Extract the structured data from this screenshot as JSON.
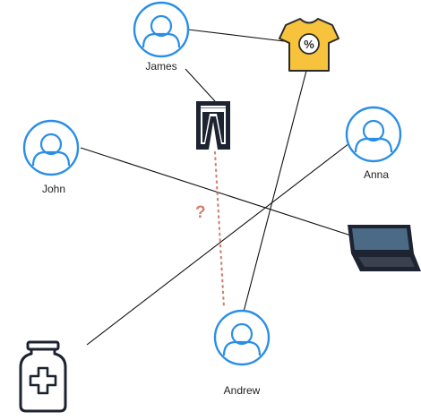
{
  "colors": {
    "person": "#2a8ee6",
    "shirt": "#f7c23c",
    "edge": "#111111",
    "speculative_edge": "#d2826f",
    "object_dark": "#1d2330",
    "laptop_screen": "#4a6a86"
  },
  "people": [
    {
      "id": "james",
      "label": "James",
      "icon": "user-icon"
    },
    {
      "id": "john",
      "label": "John",
      "icon": "user-icon"
    },
    {
      "id": "anna",
      "label": "Anna",
      "icon": "user-icon"
    },
    {
      "id": "andrew",
      "label": "Andrew",
      "icon": "user-icon"
    }
  ],
  "items": [
    {
      "id": "shirt",
      "icon": "discount-shirt-icon",
      "badge": "%"
    },
    {
      "id": "pants",
      "icon": "pants-icon"
    },
    {
      "id": "laptop",
      "icon": "laptop-icon"
    },
    {
      "id": "medicine",
      "icon": "medicine-bottle-icon"
    }
  ],
  "edges": [
    {
      "from": "james",
      "to": "shirt"
    },
    {
      "from": "james",
      "to": "pants"
    },
    {
      "from": "shirt",
      "to": "andrew"
    },
    {
      "from": "john",
      "to": "laptop"
    },
    {
      "from": "anna",
      "to": "medicine"
    }
  ],
  "speculative_edges": [
    {
      "from": "pants",
      "to": "andrew",
      "label": "?"
    }
  ]
}
